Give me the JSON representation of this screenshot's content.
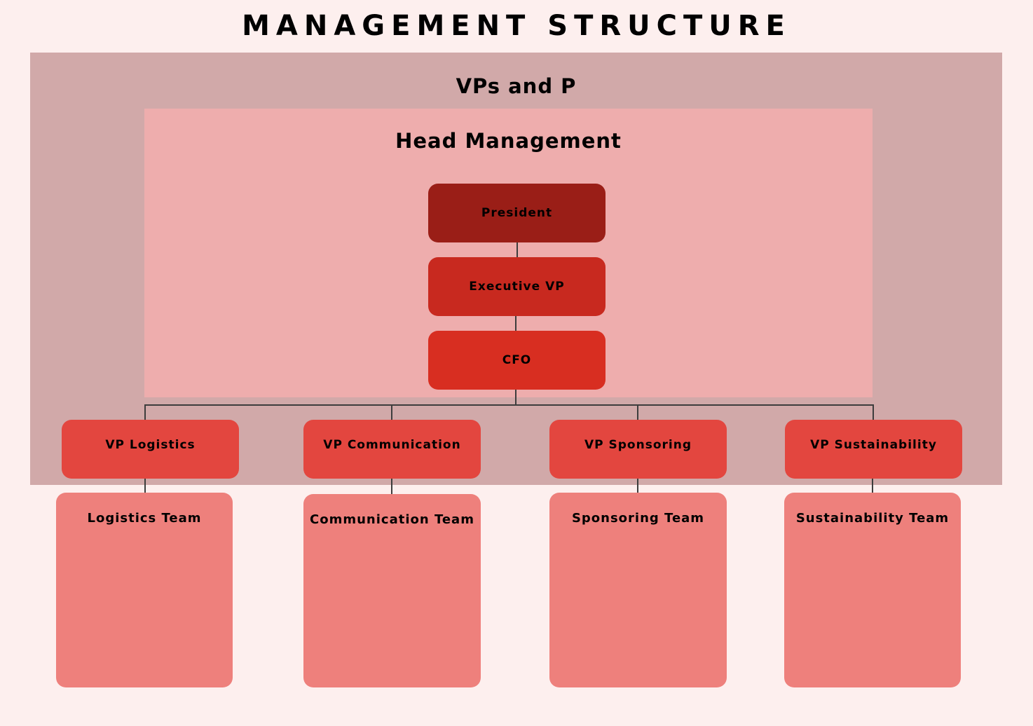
{
  "title": "MANAGEMENT STRUCTURE",
  "colors": {
    "background": "#fdefee",
    "outer_group": "#d1a9a9",
    "inner_group": "#eeadad",
    "president": "#9a1e17",
    "executive_vp": "#c8291f",
    "cfo": "#d82e21",
    "vp": "#e3463f",
    "team": "#ee807c",
    "connector": "#3d3d3d"
  },
  "groups": {
    "outer": {
      "label": "VPs and P"
    },
    "inner": {
      "label": "Head Management"
    }
  },
  "head_management": [
    {
      "id": "president",
      "label": "President"
    },
    {
      "id": "executive-vp",
      "label": "Executive VP"
    },
    {
      "id": "cfo",
      "label": "CFO"
    }
  ],
  "vps": [
    {
      "id": "vp-logistics",
      "label": "VP Logistics"
    },
    {
      "id": "vp-communication",
      "label": "VP Communication"
    },
    {
      "id": "vp-sponsoring",
      "label": "VP Sponsoring"
    },
    {
      "id": "vp-sustainability",
      "label": "VP Sustainability"
    }
  ],
  "teams": [
    {
      "id": "logistics-team",
      "label": "Logistics Team"
    },
    {
      "id": "communication-team",
      "label": "Communication Team"
    },
    {
      "id": "sponsoring-team",
      "label": "Sponsoring Team"
    },
    {
      "id": "sustainability-team",
      "label": "Sustainability Team"
    }
  ]
}
